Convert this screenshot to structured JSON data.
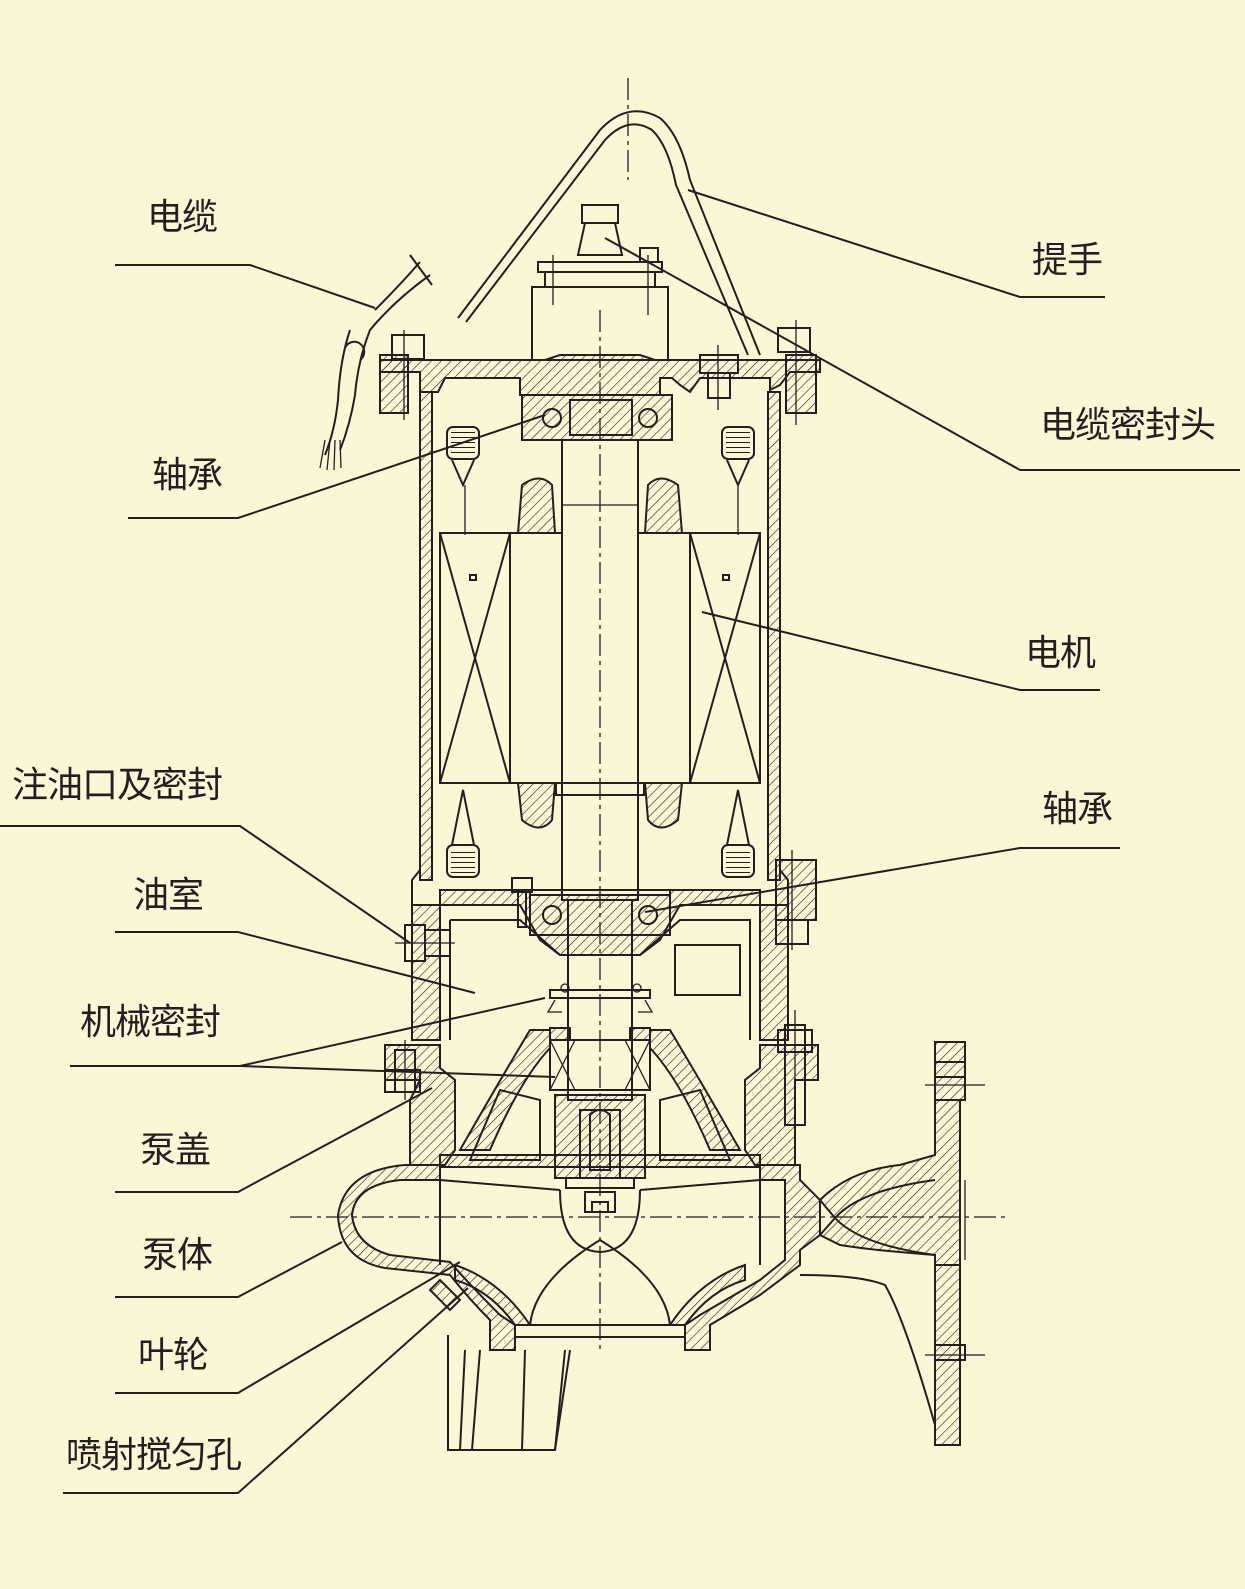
{
  "diagram": {
    "labels": {
      "cable": "电缆",
      "handle": "提手",
      "cable_seal_head": "电缆密封头",
      "bearing_top": "轴承",
      "motor": "电机",
      "oil_inlet_seal": "注油口及密封",
      "bearing_bottom": "轴承",
      "oil_chamber": "油室",
      "mechanical_seal": "机械密封",
      "pump_cover": "泵盖",
      "pump_body": "泵体",
      "impeller": "叶轮",
      "jet_stir_hole": "喷射搅匀孔"
    },
    "colors": {
      "background": "#fbf6d5",
      "line": "#231f20"
    }
  }
}
